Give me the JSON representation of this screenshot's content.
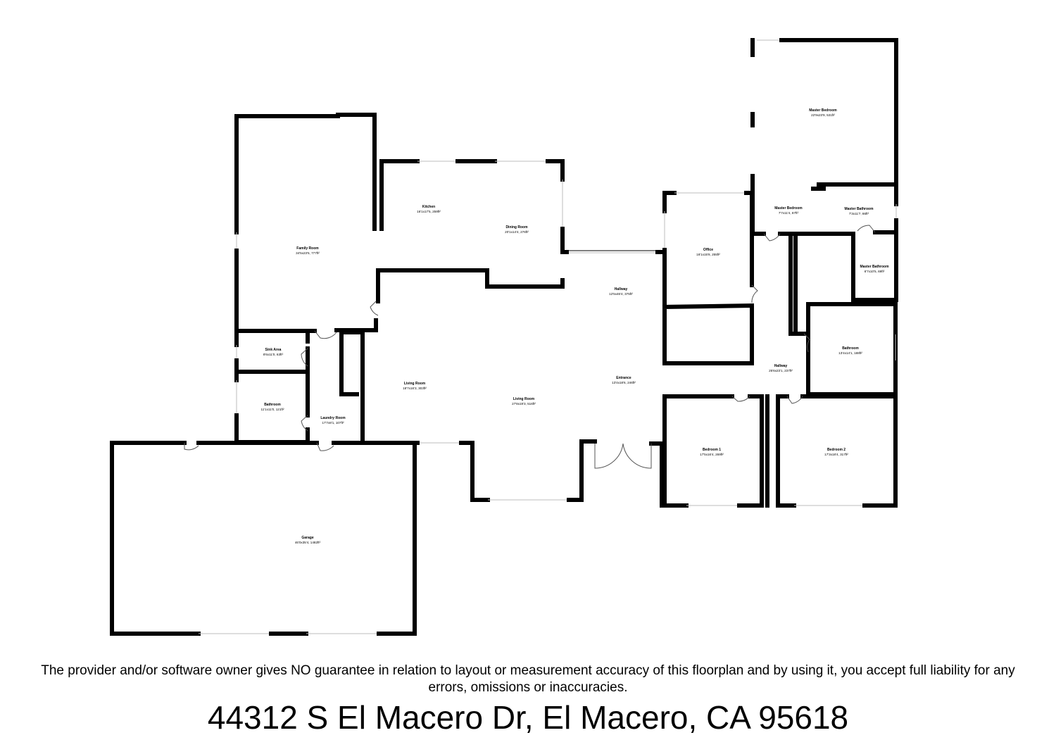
{
  "rooms": [
    {
      "id": "family-room",
      "name": "Family Room",
      "dims": "34'5x23'5, 777ft²"
    },
    {
      "id": "kitchen",
      "name": "Kitchen",
      "dims": "16'1x17'5, 259ft²"
    },
    {
      "id": "dining-room",
      "name": "Dining Room",
      "dims": "20'1x14'4, 276ft²"
    },
    {
      "id": "hallway-main",
      "name": "Hallway",
      "dims": "12'5x46'4, 375ft²"
    },
    {
      "id": "office",
      "name": "Office",
      "dims": "16'1x15'8, 255ft²"
    },
    {
      "id": "master-bedroom",
      "name": "Master Bedroom",
      "dims": "22'9x23'9, 531ft²"
    },
    {
      "id": "master-bedroom-closet",
      "name": "Master Bedroom",
      "dims": "7'7x11'4, 87ft²"
    },
    {
      "id": "master-bathroom-1",
      "name": "Master Bathroom",
      "dims": "7'3x11'7, 86ft²"
    },
    {
      "id": "master-bathroom-2",
      "name": "Master Bathroom",
      "dims": "6'7x10'5, 69ft²"
    },
    {
      "id": "bathroom-east",
      "name": "Bathroom",
      "dims": "13'4x14'1, 188ft²"
    },
    {
      "id": "hallway-east",
      "name": "Hallway",
      "dims": "25'6x23'1, 237ft²"
    },
    {
      "id": "entrance",
      "name": "Entrance",
      "dims": "13'4x18'6, 246ft²"
    },
    {
      "id": "sink-area",
      "name": "Sink Area",
      "dims": "8'6x11'0, 63ft²"
    },
    {
      "id": "bathroom-west",
      "name": "Bathroom",
      "dims": "11'1x11'0, 121ft²"
    },
    {
      "id": "laundry-room",
      "name": "Laundry Room",
      "dims": "17'7x8'1, 107ft²"
    },
    {
      "id": "living-room-west",
      "name": "Living Room",
      "dims": "18'7x16'3, 303ft²"
    },
    {
      "id": "living-room",
      "name": "Living Room",
      "dims": "27'8x19'3, 516ft²"
    },
    {
      "id": "bedroom-1",
      "name": "Bedroom 1",
      "dims": "17'5x16'4, 269ft²"
    },
    {
      "id": "bedroom-2",
      "name": "Bedroom 2",
      "dims": "17'3x18'4, 317ft²"
    },
    {
      "id": "garage",
      "name": "Garage",
      "dims": "46'0x35'4, 1482ft²"
    }
  ],
  "disclaimer": "The provider and/or software owner gives NO guarantee in relation to layout or measurement accuracy of this floorplan and by using it, you accept full liability for any errors, omissions or inaccuracies.",
  "address": "44312 S El Macero Dr, El Macero, CA 95618"
}
